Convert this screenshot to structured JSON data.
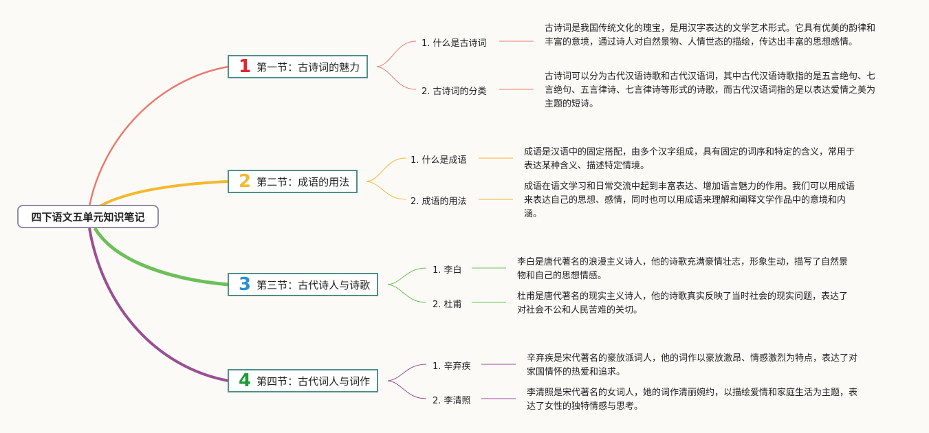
{
  "root": {
    "label": "四下语文五单元知识笔记"
  },
  "colors": {
    "red": "#ec7a6c",
    "yellow": "#f5b82e",
    "green": "#6cc05a",
    "purple": "#9a4f95"
  },
  "sections": [
    {
      "number": "1",
      "title": "第一节：古诗词的魅力",
      "number_color": "#e1262f",
      "items": [
        {
          "label": "1. 什么是古诗词",
          "desc": "古诗词是我国传统文化的瑰宝，是用汉字表达的文学艺术形式。它具有优美的韵律和丰富的意境，通过诗人对自然景物、人情世态的描绘，传达出丰富的思想感情。"
        },
        {
          "label": "2. 古诗词的分类",
          "desc": "古诗词可以分为古代汉语诗歌和古代汉语词，其中古代汉语诗歌指的是五言绝句、七言绝句、五言律诗、七言律诗等形式的诗歌，而古代汉语词指的是以表达爱情之美为主题的短诗。"
        }
      ]
    },
    {
      "number": "2",
      "title": "第二节：成语的用法",
      "number_color": "#f5b82e",
      "items": [
        {
          "label": "1. 什么是成语",
          "desc": "成语是汉语中的固定搭配，由多个汉字组成，具有固定的词序和特定的含义，常用于表达某种含义、描述特定情境。"
        },
        {
          "label": "2. 成语的用法",
          "desc": "成语在语文学习和日常交流中起到丰富表达、增加语言魅力的作用。我们可以用成语来表达自己的思想、感情，同时也可以用成语来理解和阐释文学作品中的意境和内涵。"
        }
      ]
    },
    {
      "number": "3",
      "title": "第三节：古代诗人与诗歌",
      "number_color": "#2c8fd6",
      "items": [
        {
          "label": "1. 李白",
          "desc": "李白是唐代著名的浪漫主义诗人，他的诗歌充满豪情壮志，形象生动，描写了自然景物和自己的思想情感。"
        },
        {
          "label": "2. 杜甫",
          "desc": "杜甫是唐代著名的现实主义诗人，他的诗歌真实反映了当时社会的现实问题，表达了对社会不公和人民苦难的关切。"
        }
      ]
    },
    {
      "number": "4",
      "title": "第四节：古代词人与词作",
      "number_color": "#1f9a3a",
      "items": [
        {
          "label": "1. 辛弃疾",
          "desc": "辛弃疾是宋代著名的豪放派词人，他的词作以豪放激昂、情感激烈为特点，表达了对家国情怀的热爱和追求。"
        },
        {
          "label": "2. 李清照",
          "desc": "李清照是宋代著名的女词人，她的词作清丽婉约，以描绘爱情和家庭生活为主题，表达了女性的独特情感与思考。"
        }
      ]
    }
  ]
}
